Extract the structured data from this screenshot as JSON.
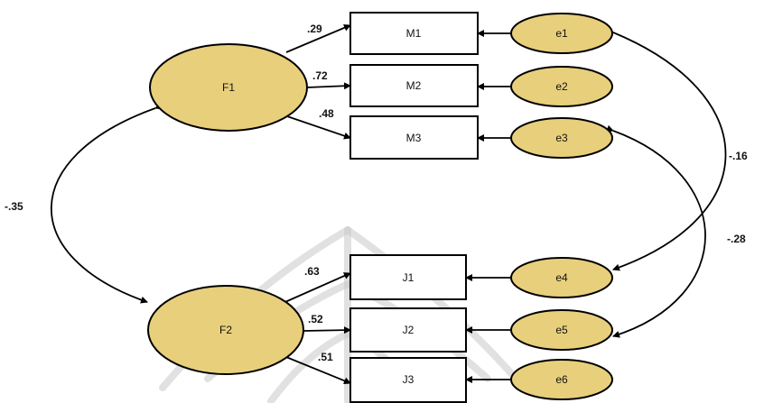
{
  "diagram": {
    "latent_factors": [
      {
        "id": "f1",
        "label": "F1"
      },
      {
        "id": "f2",
        "label": "F2"
      }
    ],
    "observed_variables": [
      {
        "id": "m1",
        "label": "M1"
      },
      {
        "id": "m2",
        "label": "M2"
      },
      {
        "id": "m3",
        "label": "M3"
      },
      {
        "id": "j1",
        "label": "J1"
      },
      {
        "id": "j2",
        "label": "J2"
      },
      {
        "id": "j3",
        "label": "J3"
      }
    ],
    "error_terms": [
      {
        "id": "e1",
        "label": "e1"
      },
      {
        "id": "e2",
        "label": "e2"
      },
      {
        "id": "e3",
        "label": "e3"
      },
      {
        "id": "e4",
        "label": "e4"
      },
      {
        "id": "e5",
        "label": "e5"
      },
      {
        "id": "e6",
        "label": "e6"
      }
    ],
    "loadings": [
      {
        "from": "F1",
        "to": "M1",
        "value": ".29"
      },
      {
        "from": "F1",
        "to": "M2",
        "value": ".72"
      },
      {
        "from": "F1",
        "to": "M3",
        "value": ".48"
      },
      {
        "from": "F2",
        "to": "J1",
        "value": ".63"
      },
      {
        "from": "F2",
        "to": "J2",
        "value": ".52"
      },
      {
        "from": "F2",
        "to": "J3",
        "value": ".51"
      }
    ],
    "covariances": [
      {
        "between": [
          "F1",
          "F2"
        ],
        "value": "-.35"
      },
      {
        "between": [
          "e1",
          "e4"
        ],
        "value": "-.16"
      },
      {
        "between": [
          "e3",
          "e5"
        ],
        "value": "-.28"
      }
    ],
    "colors": {
      "ellipse_fill": "#e8cf7c",
      "stroke": "#000000",
      "watermark": "#c9c9c9"
    }
  }
}
